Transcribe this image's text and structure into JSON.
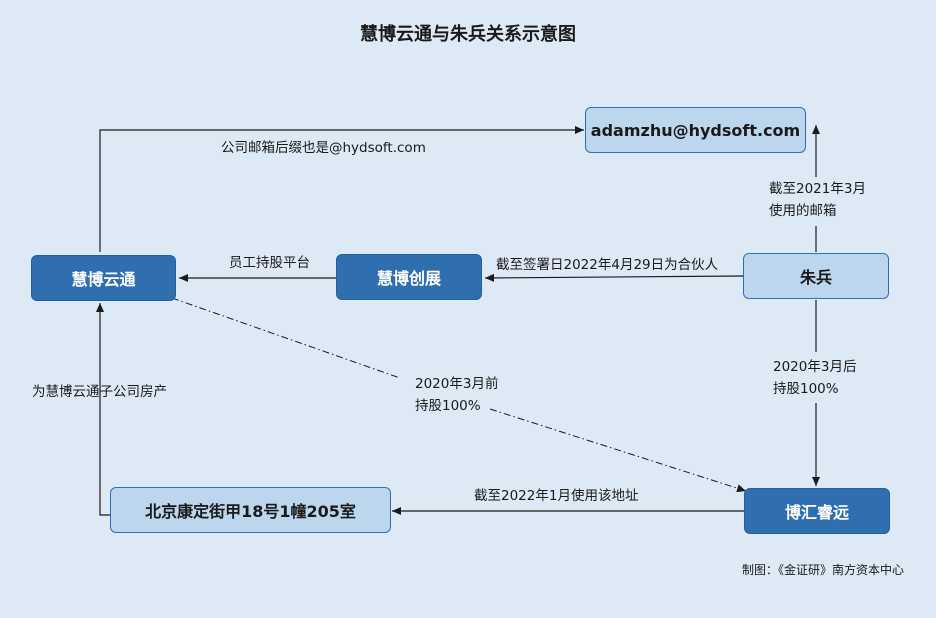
{
  "title": "慧博云通与朱兵关系示意图",
  "nodes": {
    "huibo_yuntong": "慧博云通",
    "huibo_chuangzhan": "慧博创展",
    "zhu_bing": "朱兵",
    "email": "adamzhu@hydsoft.com",
    "bohui_ruiyuan": "博汇睿远",
    "address": "北京康定街甲18号1幢205室"
  },
  "edges": {
    "email_suffix": "公司邮箱后缀也是@hydsoft.com",
    "email_use_line1": "截至2021年3月",
    "email_use_line2": "使用的邮箱",
    "partner": "截至签署日2022年4月29日为合伙人",
    "employee_platform": "员工持股平台",
    "after_line1": "2020年3月后",
    "after_line2": "持股100%",
    "before_line1": "2020年3月前",
    "before_line2": "持股100%",
    "address_use": "截至2022年1月使用该地址",
    "subsidiary_property": "为慧博云通子公司房产"
  },
  "credit": "制图：《金证研》南方资本中心"
}
